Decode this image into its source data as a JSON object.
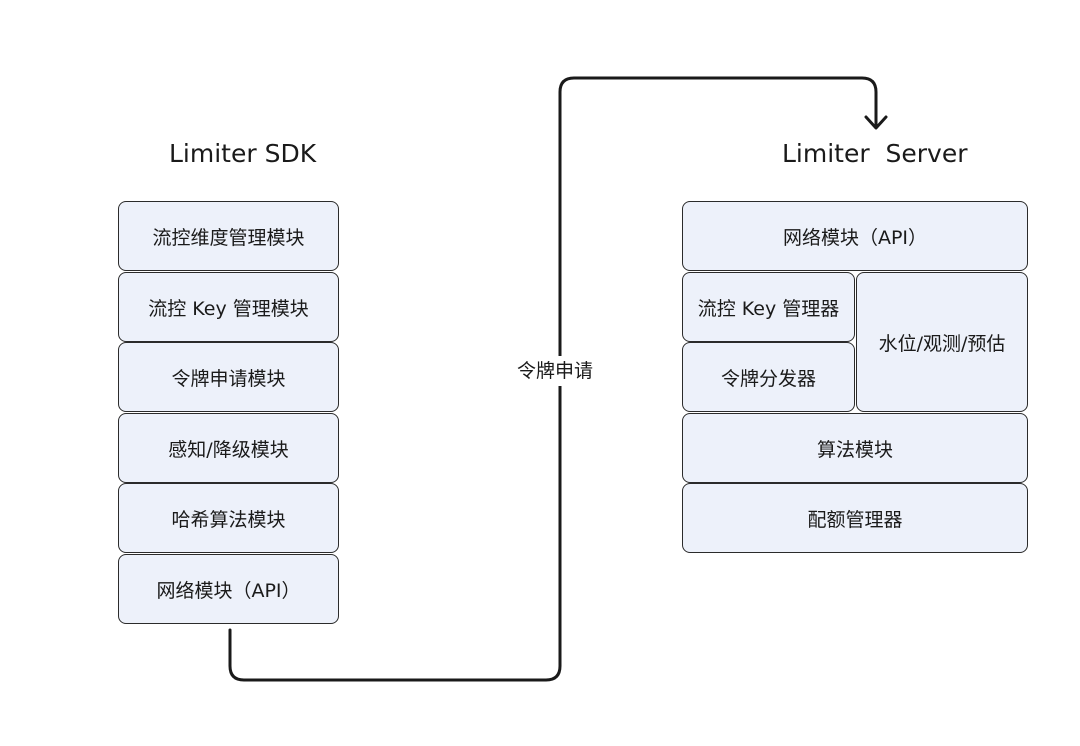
{
  "sdk": {
    "title": "Limiter SDK",
    "modules": [
      "流控维度管理模块",
      "流控 Key 管理模块",
      "令牌申请模块",
      "感知/降级模块",
      "哈希算法模块",
      "网络模块（API）"
    ]
  },
  "server": {
    "title": "Limiter  Server",
    "network_module": "网络模块（API）",
    "key_manager": "流控 Key 管理器",
    "token_dispatcher": "令牌分发器",
    "watermark": "水位/观测/预估",
    "algorithm_module": "算法模块",
    "quota_manager": "配额管理器"
  },
  "flow": {
    "label": "令牌申请"
  },
  "colors": {
    "box_fill": "#edf1fa",
    "box_stroke": "#2b2b2b",
    "line": "#1a1a1a"
  }
}
